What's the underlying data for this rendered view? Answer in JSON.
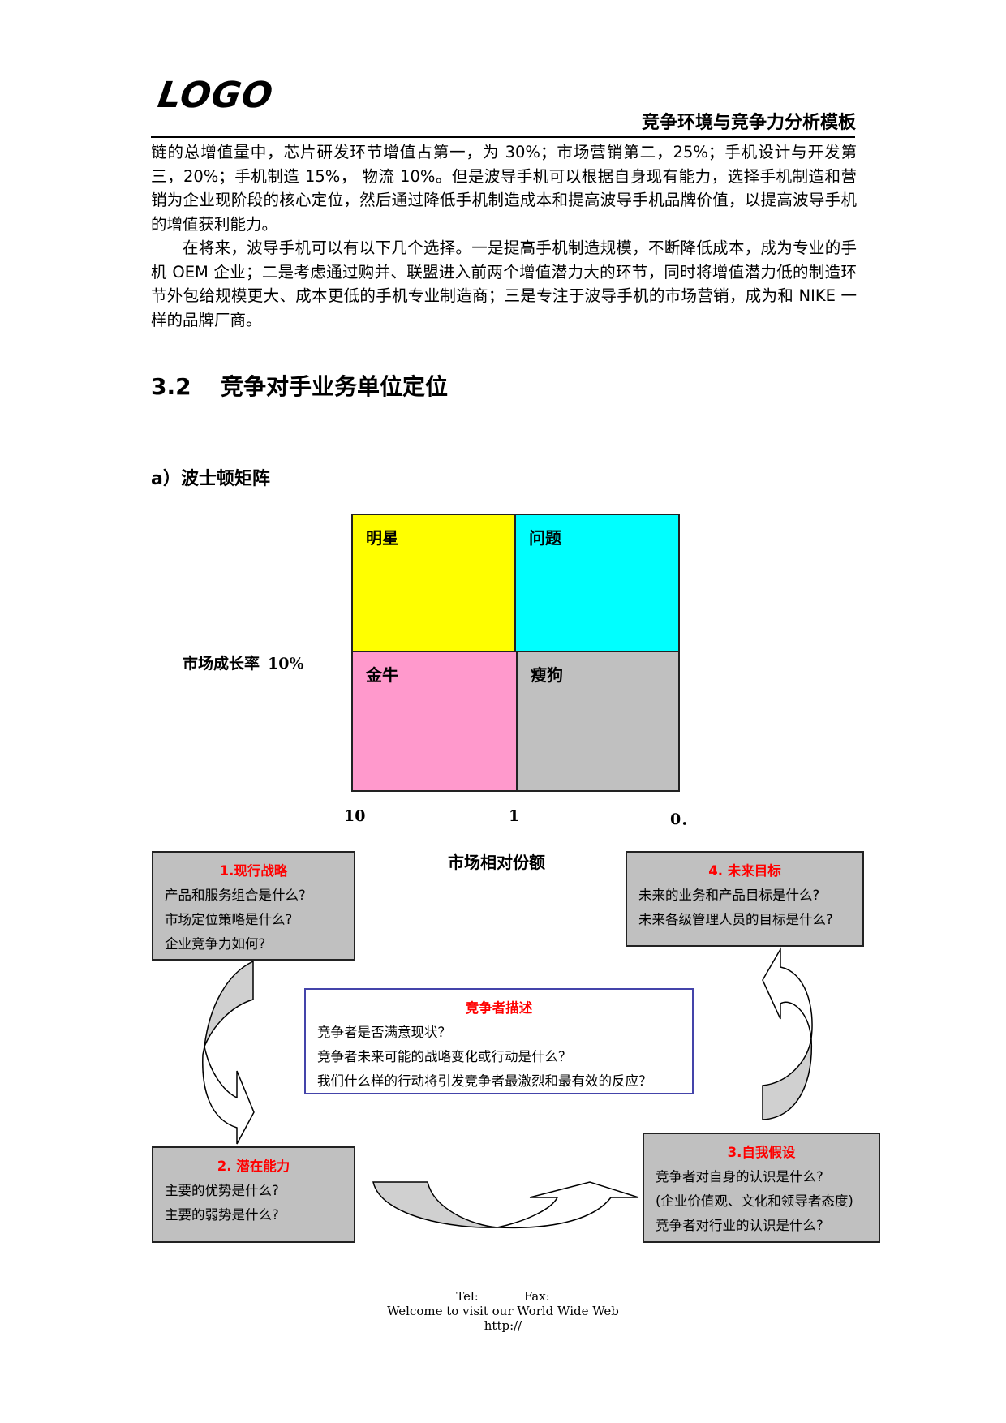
{
  "header": {
    "logo": "LOGO",
    "title": "竞争环境与竞争力分析模板"
  },
  "body": {
    "paragraphs": [
      "链的总增值量中，芯片研发环节增值占第一，为 30%；市场营销第二，25%；手机设计与开发第三，20%；手机制造 15%， 物流 10%。但是波导手机可以根据自身现有能力，选择手机制造和营销为企业现阶段的核心定位，然后通过降低手机制造成本和提高波导手机品牌价值，以提高波导手机的增值获利能力。",
      "在将来，波导手机可以有以下几个选择。一是提高手机制造规模，不断降低成本，成为专业的手机 OEM 企业；二是考虑通过购并、联盟进入前两个增值潜力大的环节，同时将增值潜力低的制造环节外包给规模更大、成本更低的手机专业制造商；三是专注于波导手机的市场营销，成为和 NIKE 一样的品牌厂商。"
    ]
  },
  "section": {
    "number": "3.2",
    "title": "竞争对手业务单位定位",
    "subsection": "a）波士顿矩阵"
  },
  "chart_data": {
    "type": "table",
    "title": "波士顿矩阵",
    "xlabel": "市场相对份额",
    "ylabel": "市场成长率",
    "y_threshold": "10%",
    "x_ticks": [
      "10",
      "1",
      "0．"
    ],
    "quadrants": [
      {
        "label": "明星",
        "position": "top-left",
        "color": "#ffff00"
      },
      {
        "label": "问题",
        "position": "top-right",
        "color": "#00ffff"
      },
      {
        "label": "金牛",
        "position": "bottom-left",
        "color": "#ff99cc"
      },
      {
        "label": "瘦狗",
        "position": "bottom-right",
        "color": "#c0c0c0"
      }
    ]
  },
  "matrix": {
    "star": "明星",
    "question": "问题",
    "cow": "金牛",
    "dog": "瘦狗",
    "y_label": "市场成长率",
    "y_value": "10%",
    "x_ticks": [
      "10",
      "1",
      "0．"
    ],
    "x_label": "市场相对份额"
  },
  "diagram": {
    "box1": {
      "title": "1.现行战略",
      "lines": [
        "产品和服务组合是什么?",
        "市场定位策略是什么?",
        "企业竞争力如何?"
      ]
    },
    "box2": {
      "title": "2. 潜在能力",
      "lines": [
        "主要的优势是什么?",
        "主要的弱势是什么?"
      ]
    },
    "box3": {
      "title": "3.自我假设",
      "lines": [
        "竞争者对自身的认识是什么?",
        "(企业价值观、文化和领导者态度)",
        "竞争者对行业的认识是什么?"
      ]
    },
    "box4": {
      "title": "4. 未来目标",
      "lines": [
        "未来的业务和产品目标是什么?",
        "未来各级管理人员的目标是什么?"
      ]
    },
    "center": {
      "title": "竞争者描述",
      "lines": [
        "竞争者是否满意现状？",
        "竞争者未来可能的战略变化或行动是什么？",
        "我们什么样的行动将引发竞争者最激烈和最有效的反应？"
      ]
    },
    "colors": {
      "box_fill": "#c0c0c0",
      "title_red": "#ff0000",
      "center_border": "#4444aa",
      "arrow_fill": "#d0d0d0"
    }
  },
  "footer": {
    "tel": "Tel:",
    "fax": "Fax:",
    "welcome": "Welcome to visit our World Wide Web",
    "url": "http://"
  }
}
